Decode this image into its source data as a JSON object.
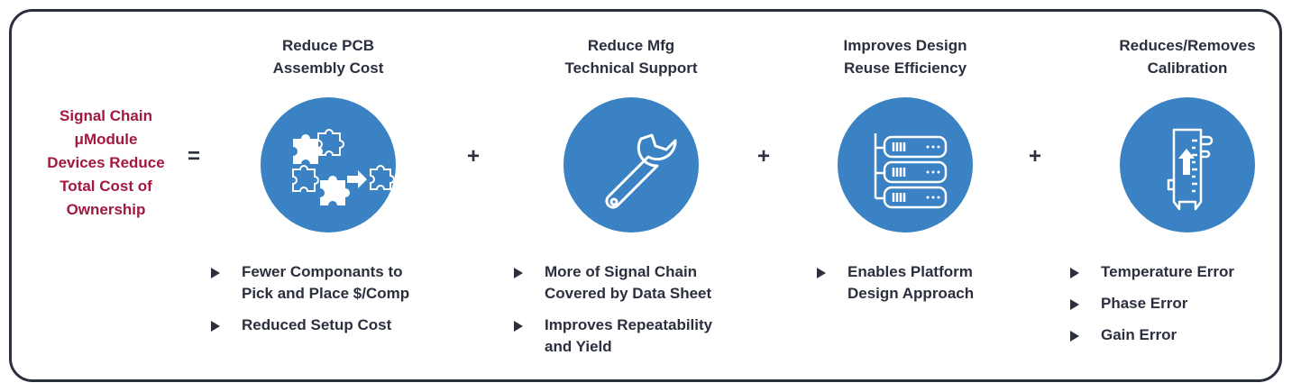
{
  "lead_text": "Signal Chain\nμModule\nDevices Reduce\nTotal Cost of\nOwnership",
  "equals_sign": "=",
  "plus_sign": "+",
  "colors": {
    "accent_red": "#a3183f",
    "circle_blue": "#3b82c4",
    "text_dark": "#2b2f3e"
  },
  "columns": [
    {
      "title": "Reduce PCB\nAssembly Cost",
      "icon": "puzzle-pieces-icon",
      "bullets": [
        "Fewer Componants to\nPick and Place $/Comp",
        "Reduced Setup Cost"
      ]
    },
    {
      "title": "Reduce Mfg\nTechnical Support",
      "icon": "wrench-icon",
      "bullets": [
        "More of Signal Chain\nCovered by Data Sheet",
        "Improves Repeatability\nand Yield"
      ]
    },
    {
      "title": "Improves Design\nReuse Efficiency",
      "icon": "server-stack-icon",
      "bullets": [
        "Enables Platform\nDesign Approach"
      ]
    },
    {
      "title": "Reduces/Removes\nCalibration",
      "icon": "caliper-gauge-icon",
      "bullets": [
        "Temperature Error",
        "Phase Error",
        "Gain Error"
      ]
    }
  ]
}
